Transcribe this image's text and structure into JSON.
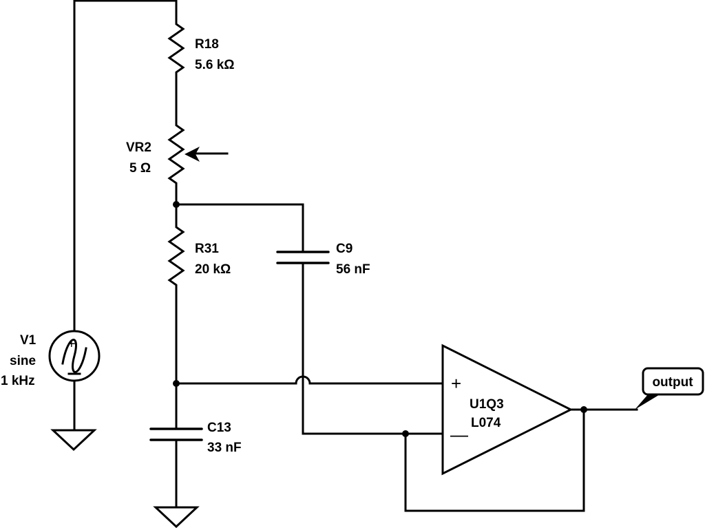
{
  "components": {
    "r18": {
      "ref": "R18",
      "value": "5.6 kΩ"
    },
    "vr2": {
      "ref": "VR2",
      "value": "5 Ω"
    },
    "r31": {
      "ref": "R31",
      "value": "20 kΩ"
    },
    "c9": {
      "ref": "C9",
      "value": "56 nF"
    },
    "c13": {
      "ref": "C13",
      "value": "33 nF"
    },
    "v1": {
      "ref": "V1",
      "type": "sine",
      "freq": "1 kHz"
    },
    "u1q3": {
      "ref": "U1Q3",
      "part": "L074",
      "plus": "+",
      "minus": "—"
    }
  },
  "ports": {
    "output": "output"
  }
}
